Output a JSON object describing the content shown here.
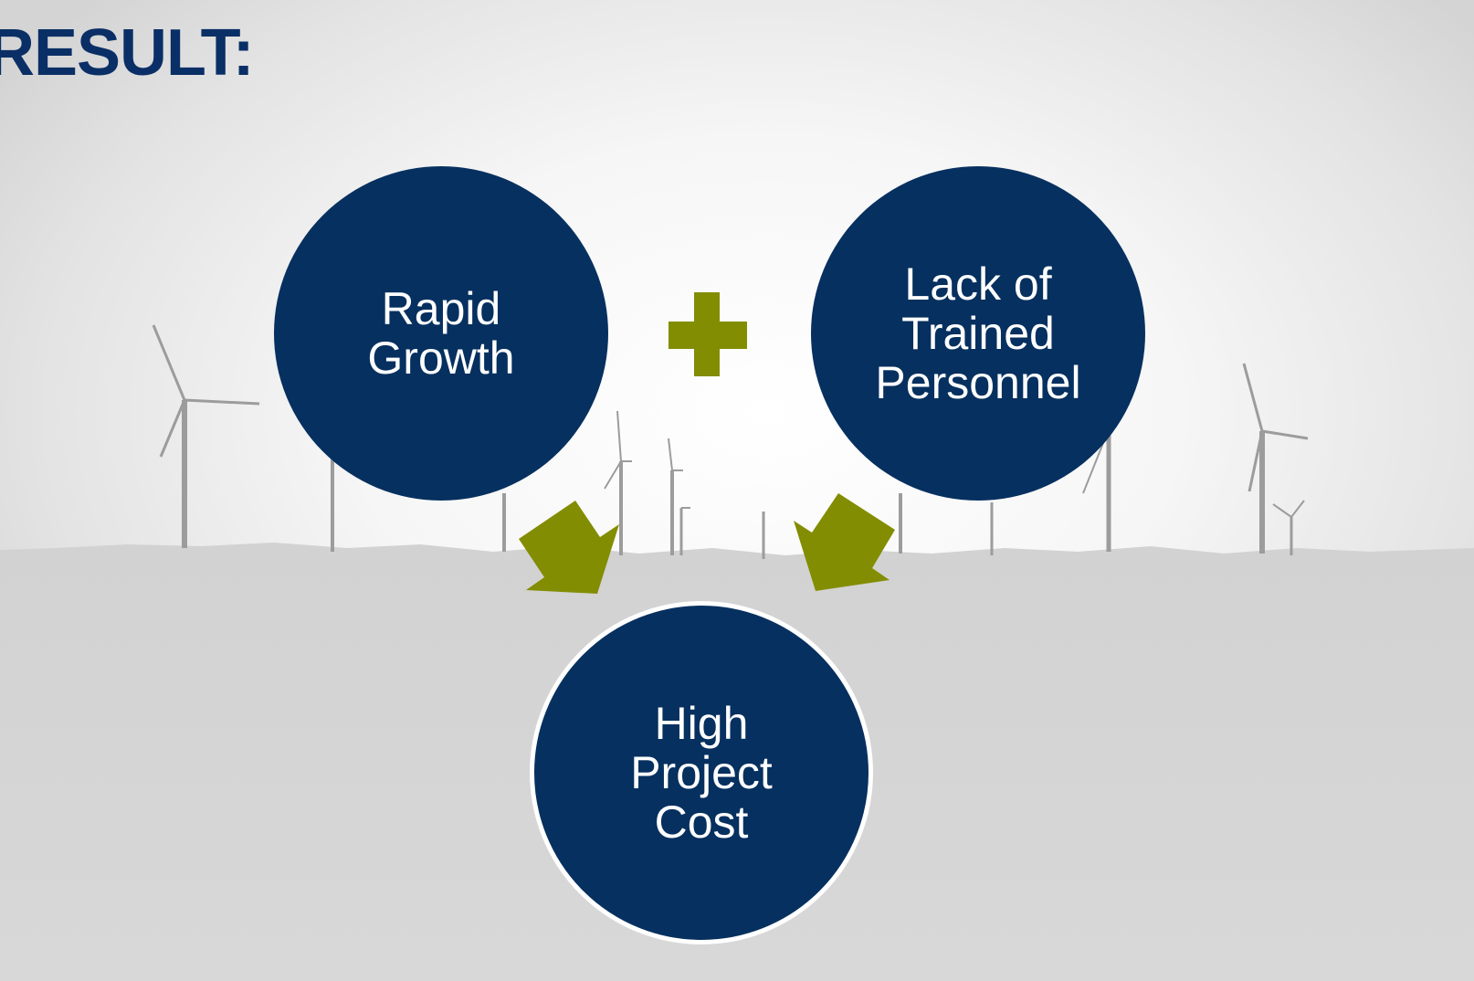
{
  "title": "RESULT:",
  "colors": {
    "title": "#0a2f66",
    "node_fill": "#06305f",
    "node_text": "#ffffff",
    "connector": "#838d02",
    "sky": "#e9e9e9",
    "ground": "#d7d7d7",
    "turbines": "#9a9a9a"
  },
  "nodes": {
    "rapid_growth": {
      "label": "Rapid\nGrowth"
    },
    "lack_personnel": {
      "label": "Lack of\nTrained\nPersonnel"
    },
    "high_cost": {
      "label": "High\nProject\nCost"
    }
  },
  "icons": {
    "plus": "plus-icon",
    "arrow_left": "arrow-down-right-icon",
    "arrow_right": "arrow-down-left-icon"
  }
}
